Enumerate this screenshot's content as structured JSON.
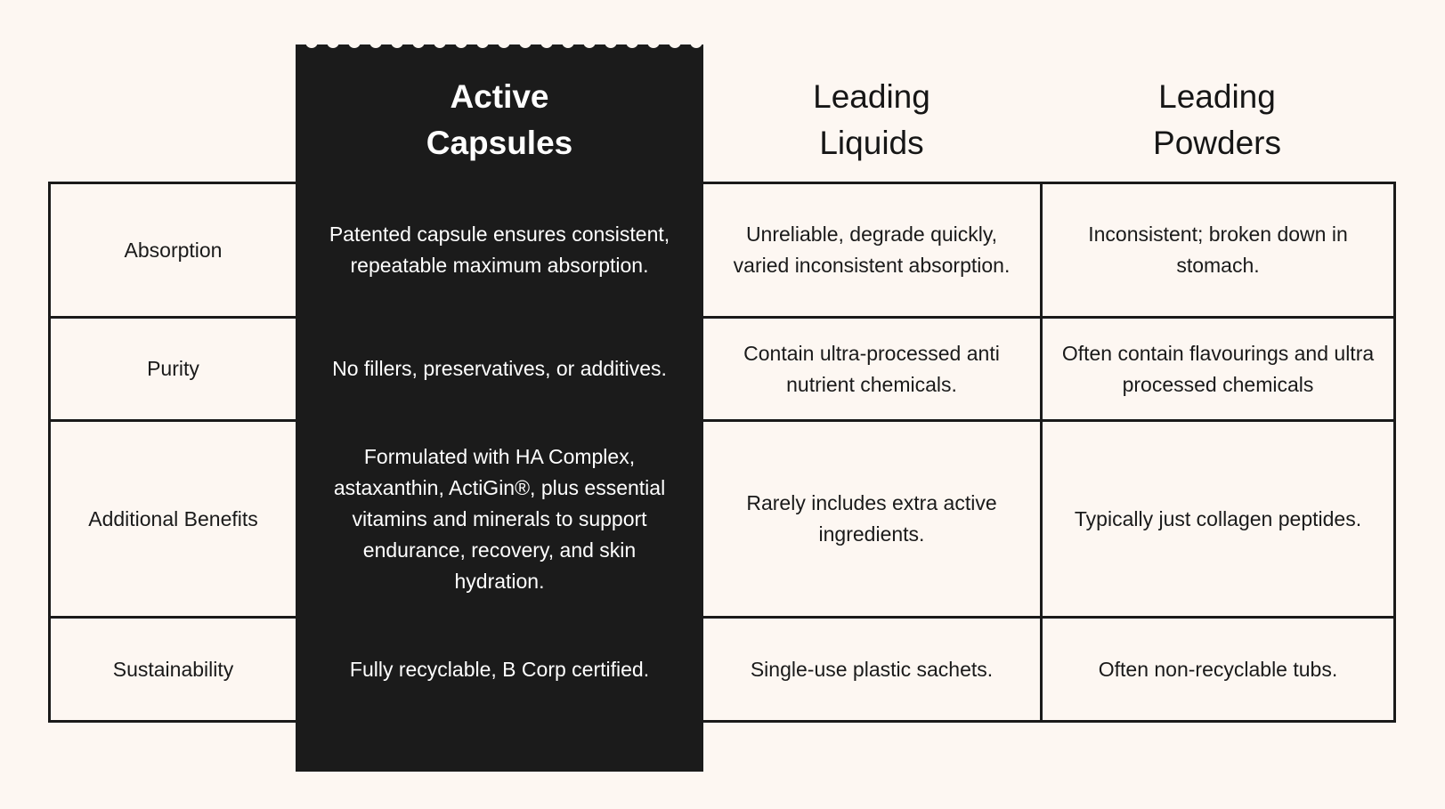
{
  "colors": {
    "background": "#fdf7f2",
    "highlight_column": "#1b1b1b",
    "grid_lines": "#1a1a1a",
    "text_dark": "#1a1a1a",
    "text_light": "#ffffff"
  },
  "columns": {
    "active": "Active\nCapsules",
    "liquids": "Leading\nLiquids",
    "powders": "Leading\nPowders"
  },
  "rows": [
    {
      "label": "Absorption",
      "active": "Patented capsule ensures consistent, repeatable maximum absorption.",
      "liquids": "Unreliable, degrade quickly, varied inconsistent absorption.",
      "powders": "Inconsistent; broken down in stomach."
    },
    {
      "label": "Purity",
      "active": "No fillers, preservatives, or additives.",
      "liquids": "Contain ultra-processed anti nutrient chemicals.",
      "powders": "Often contain flavourings and ultra processed chemicals"
    },
    {
      "label": "Additional Benefits",
      "active": "Formulated with HA Complex, astaxanthin, ActiGin®, plus essential vitamins and minerals to support endurance, recovery, and skin hydration.",
      "liquids": "Rarely includes extra active ingredients.",
      "powders": "Typically just collagen peptides."
    },
    {
      "label": "Sustainability",
      "active": "Fully recyclable, B Corp certified.",
      "liquids": "Single-use plastic sachets.",
      "powders": "Often non-recyclable tubs."
    }
  ]
}
